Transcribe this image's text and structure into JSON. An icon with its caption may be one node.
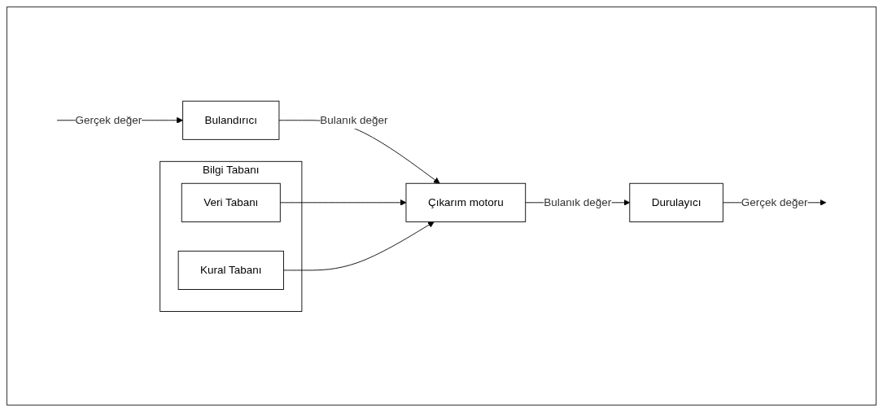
{
  "diagram": {
    "nodes": [
      {
        "text": [
          "Bilgi Tabanı"
        ]
      },
      {
        "text": [
          "Veri Tabanı"
        ],
        "in": 0
      },
      {
        "text": [
          "Kural Tabanı"
        ],
        "in": 0
      },
      {
        "text": [
          "Bulandırıcı"
        ]
      },
      {
        "text": [
          "Çıkarım motoru"
        ]
      },
      {
        "text": [
          "Durulayıcı"
        ]
      }
    ],
    "edges": [
      {
        "from": null,
        "to": 3,
        "arrow": "to",
        "label": "Gerçek değer"
      },
      {
        "from": 3,
        "to": 4,
        "arrow": "to",
        "label": "Bulanık değer"
      },
      {
        "from": 1,
        "to": 4,
        "arrow": "to"
      },
      {
        "from": 2,
        "to": 4,
        "arrow": "to"
      },
      {
        "from": 4,
        "to": 5,
        "arrow": "to",
        "label": "Bulanık değer"
      },
      {
        "from": 5,
        "to": null,
        "arrow": "to",
        "label": "Gerçek değer"
      }
    ]
  }
}
